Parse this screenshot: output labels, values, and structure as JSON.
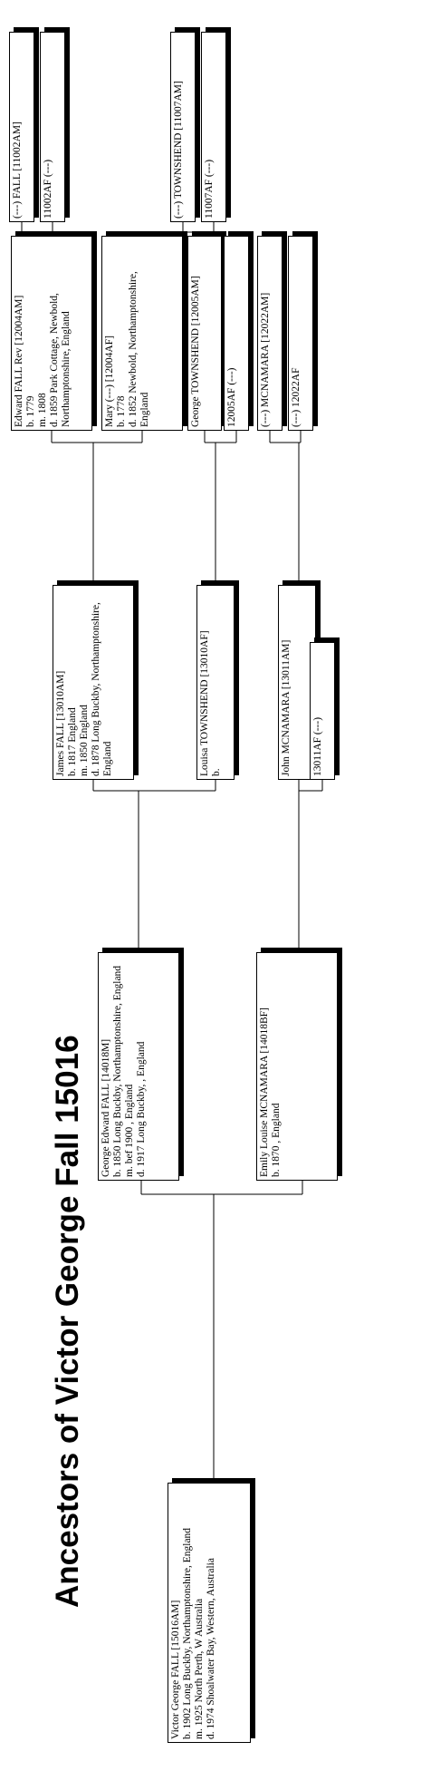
{
  "title": "Ancestors of Victor George Fall 15016",
  "people": {
    "p1": {
      "name": "Victor George FALL [15016AM]",
      "facts": [
        "b. 1902 Long Buckby, Northamptonshire, England",
        "m. 1925 North Perth, W Australia",
        "d. 1974 Shoalwater Bay, Western, Australia"
      ]
    },
    "p2": {
      "name": "George Edward FALL [14018M]",
      "facts": [
        "b. 1850 Long Buckby, Northamptonshire, England",
        "m. bef 1900 , England",
        "d. 1917 Long Buckby, , England"
      ]
    },
    "p3": {
      "name": "Emily Louise MCNAMARA [14018BF]",
      "facts": [
        "b. 1870 , England"
      ]
    },
    "p4": {
      "name": "James FALL [13010AM]",
      "facts": [
        "b. 1817 England",
        "m. 1850 England",
        "d. 1878 Long Buckby, Northamptonshire, England"
      ]
    },
    "p5": {
      "name": "Louisa TOWNSHEND [13010AF]",
      "facts": [
        "b."
      ]
    },
    "p6": {
      "name": "John MCNAMARA [13011AM]",
      "facts": []
    },
    "p7": {
      "name": "13011AF (---)",
      "facts": []
    },
    "p8": {
      "name": "Edward FALL Rev [12004AM]",
      "facts": [
        "b. 1779",
        "m. 1808",
        "d. 1859 Park Cottage, Newbold, Northamptonshire, England"
      ]
    },
    "p9": {
      "name": "Mary (---) [12004AF]",
      "facts": [
        "b. 1778",
        "d. 1852 Newbold, Northamptonshire, England"
      ]
    },
    "p10": {
      "name": "George TOWNSHEND [12005AM]",
      "facts": []
    },
    "p11": {
      "name": "12005AF (---)",
      "facts": []
    },
    "p12": {
      "name": "(---) MCNAMARA [12022AM]",
      "facts": []
    },
    "p13": {
      "name": "(---) 12022AF",
      "facts": []
    },
    "p16": {
      "name": "(---) FALL [11002AM]",
      "facts": []
    },
    "p17": {
      "name": "11002AF (---)",
      "facts": []
    },
    "p20": {
      "name": "(---) TOWNSHEND [11007AM]",
      "facts": []
    },
    "p21": {
      "name": "11007AF (---)",
      "facts": []
    }
  }
}
